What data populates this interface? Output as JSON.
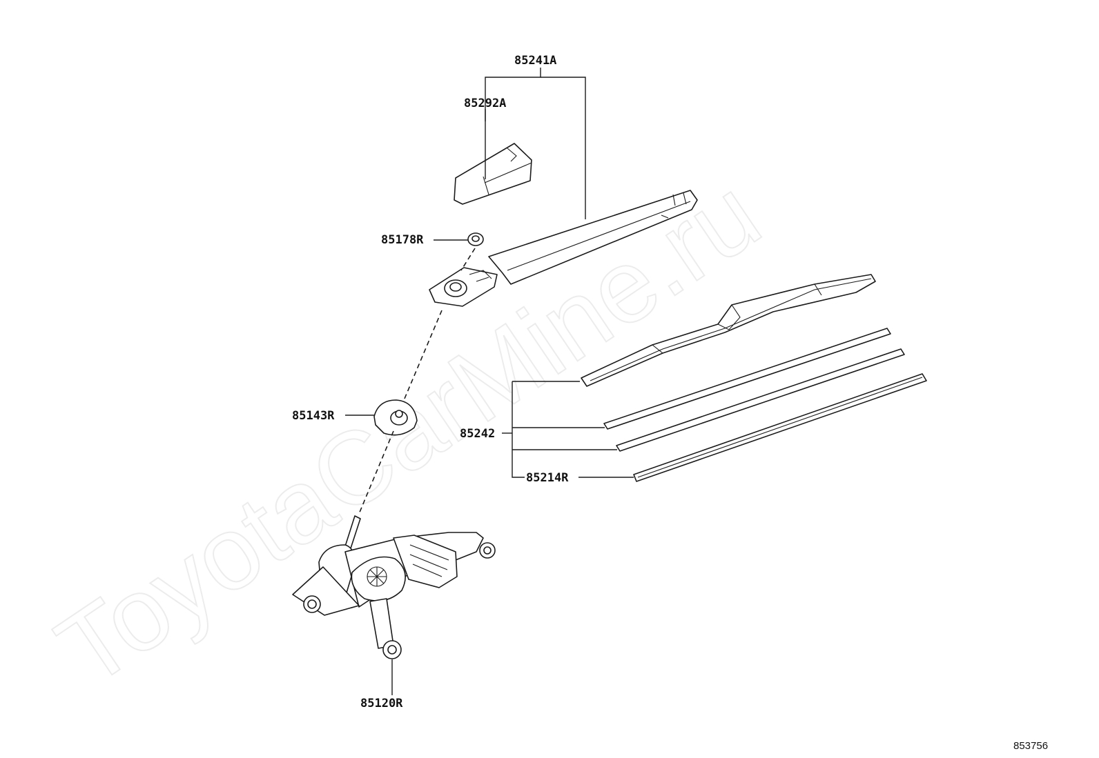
{
  "watermark": "ToyotaCarMine.ru",
  "callouts": {
    "arm_assembly": "85241A",
    "arm_cover": "85292A",
    "nut": "85178R",
    "pivot_cap": "85143R",
    "blade_assembly": "85242",
    "blade_rubber": "85214R",
    "wiper_motor": "85120R"
  },
  "illustration_number": "853756",
  "colors": {
    "line": "#1a1a1a",
    "watermark": "#ececec",
    "background": "#ffffff"
  }
}
